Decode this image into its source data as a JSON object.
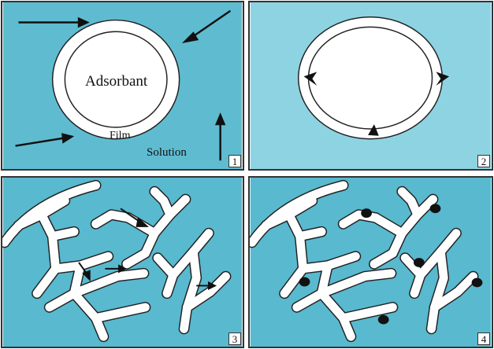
{
  "colors": {
    "solution_panel_1": "#5fbcd0",
    "solution_panel_2": "#8ed3e2",
    "solution_panel_3": "#58b9cf",
    "solution_panel_4": "#58b9cf",
    "adsorbent": "#ffffff",
    "outline": "#222222",
    "adsorbate": "#111111"
  },
  "panels": [
    {
      "number": "1",
      "labels": {
        "adsorbant": "Adsorbant",
        "film": "Film",
        "solution": "Solution"
      }
    },
    {
      "number": "2"
    },
    {
      "number": "3"
    },
    {
      "number": "4"
    }
  ]
}
